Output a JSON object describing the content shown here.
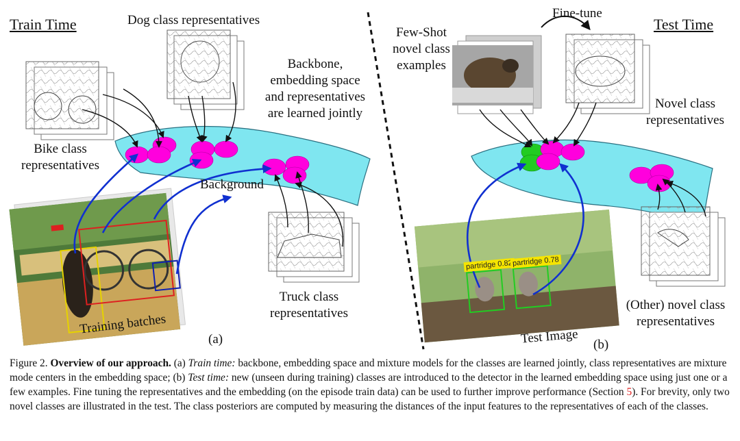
{
  "labels": {
    "train_time": "Train Time",
    "test_time": "Test Time",
    "dog_class": "Dog class representatives",
    "backbone": "Backbone,\nembedding space\nand representatives\nare learned jointly",
    "bike_class": "Bike class\nrepresentatives",
    "background": "Background",
    "truck_class": "Truck class\nrepresentatives",
    "training_batches": "Training batches",
    "sub_a": "(a)",
    "few_shot": "Few-Shot\nnovel class\nexamples",
    "fine_tune": "Fine-tune",
    "novel_class": "Novel class\nrepresentatives",
    "other_novel": "(Other) novel class\nrepresentatives",
    "test_image": "Test Image",
    "sub_b": "(b)"
  },
  "detections": {
    "d1": "partridge 0.82",
    "d2": "partridge 0.78"
  },
  "caption": {
    "fig_label": "Figure 2.",
    "title": "Overview of our approach.",
    "a_marker": "(a)",
    "a_term": "Train time:",
    "part1": "backbone, embedding space and mixture models for the classes are learned jointly, class representatives are mixture mode centers in the embedding space;",
    "b_marker": "(b)",
    "b_term": "Test time:",
    "part2": "new (unseen during training) classes are introduced to the detector in the learned embedding space using just one or a few examples. Fine tuning the representatives and the embedding (on the episode train data) can be used to further improve performance (Section",
    "section_ref": "5",
    "part3": "). For brevity, only two novel classes are illustrated in the test. The class posteriors are computed by measuring the distances of the input features to the representatives of each of the classes."
  },
  "colors": {
    "embedding": "#7fe6f0",
    "representative": "#ff00dd",
    "novel_green": "#22cc22",
    "arrow_blue": "#1030d0"
  }
}
